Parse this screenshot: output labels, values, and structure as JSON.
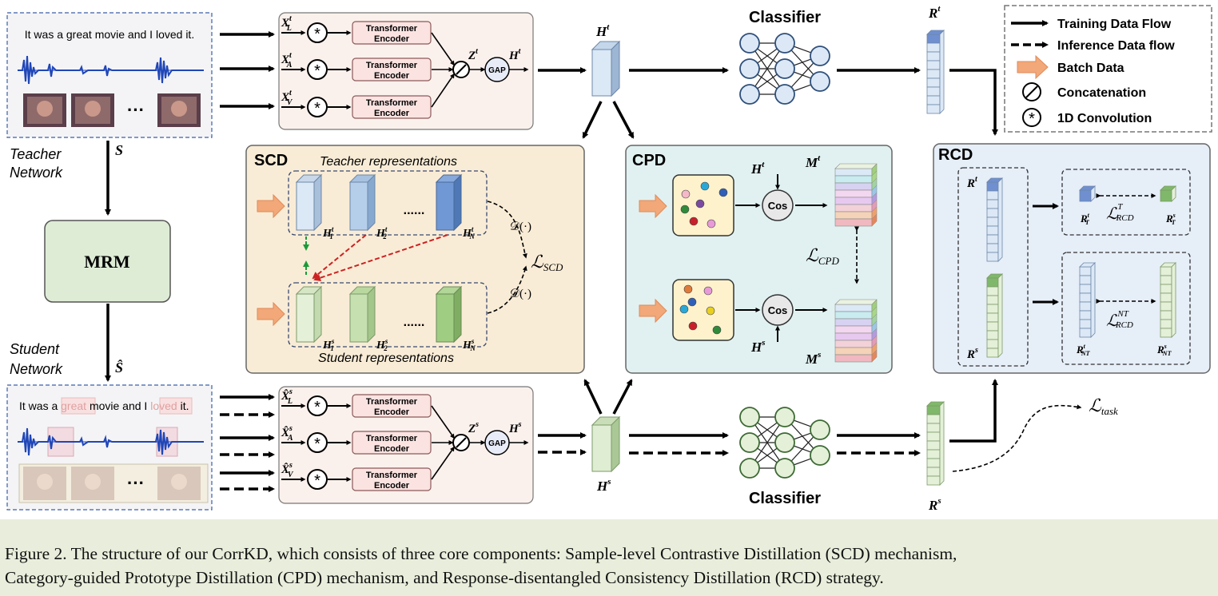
{
  "caption": {
    "line1": "Figure 2. The structure of our CorrKD, which consists of three core components: Sample-level Contrastive Distillation (SCD) mechanism,",
    "line2": "Category-guided Prototype Distillation (CPD) mechanism, and Response-disentangled Consistency Distillation (RCD) strategy."
  },
  "legend": {
    "training": "Training Data Flow",
    "inference": "Inference Data flow",
    "batch": "Batch Data",
    "concat": "Concatenation",
    "conv": "1D Convolution"
  },
  "teacher": {
    "text": "It was a great movie and I loved it.",
    "label_line1": "Teacher",
    "label_line2": "Network",
    "s_label": "S",
    "dots": "···"
  },
  "student": {
    "text_a": "It was a ",
    "text_masked1": "great",
    "text_b": " movie and I ",
    "text_masked2": "loved",
    "text_c": " it.",
    "label_line1": "Student",
    "label_line2": "Network",
    "s_label": "Ŝ",
    "dots": "···"
  },
  "mrm": "MRM",
  "encoder": {
    "line1": "Transformer",
    "line2": "Encoder"
  },
  "gap": "GAP",
  "classifier": "Classifier",
  "scd": {
    "title": "SCD",
    "teacher_repr": "Teacher representations",
    "student_repr": "Student representations",
    "ellipsis": "......",
    "d_op": "𝒟(·)",
    "loss": "ℒ",
    "loss_sub": "SCD"
  },
  "cpd": {
    "title": "CPD",
    "cos": "Cos",
    "loss": "ℒ",
    "loss_sub": "CPD"
  },
  "rcd": {
    "title": "RCD",
    "loss_t": "ℒ",
    "loss_t_sup": "T",
    "loss_t_sub": "RCD",
    "loss_nt": "ℒ",
    "loss_nt_sup": "NT",
    "loss_nt_sub": "RCD"
  },
  "task_loss": {
    "main": "ℒ",
    "sub": "task"
  },
  "symbols": {
    "X": "X",
    "Z": "Z",
    "H": "H",
    "R": "R",
    "M": "M",
    "t": "t",
    "s": "s"
  },
  "colors": {
    "teacher_cube": "#dbe8f5",
    "student_cube": "#dfedd3",
    "arrow_red": "#cc2222",
    "arrow_green": "#1a9a3a",
    "batch_arrow": "#f2a878",
    "scd_bg": "#f9ecd6",
    "cpd_bg": "#e1f1f1",
    "rcd_bg": "#e6eef8"
  }
}
